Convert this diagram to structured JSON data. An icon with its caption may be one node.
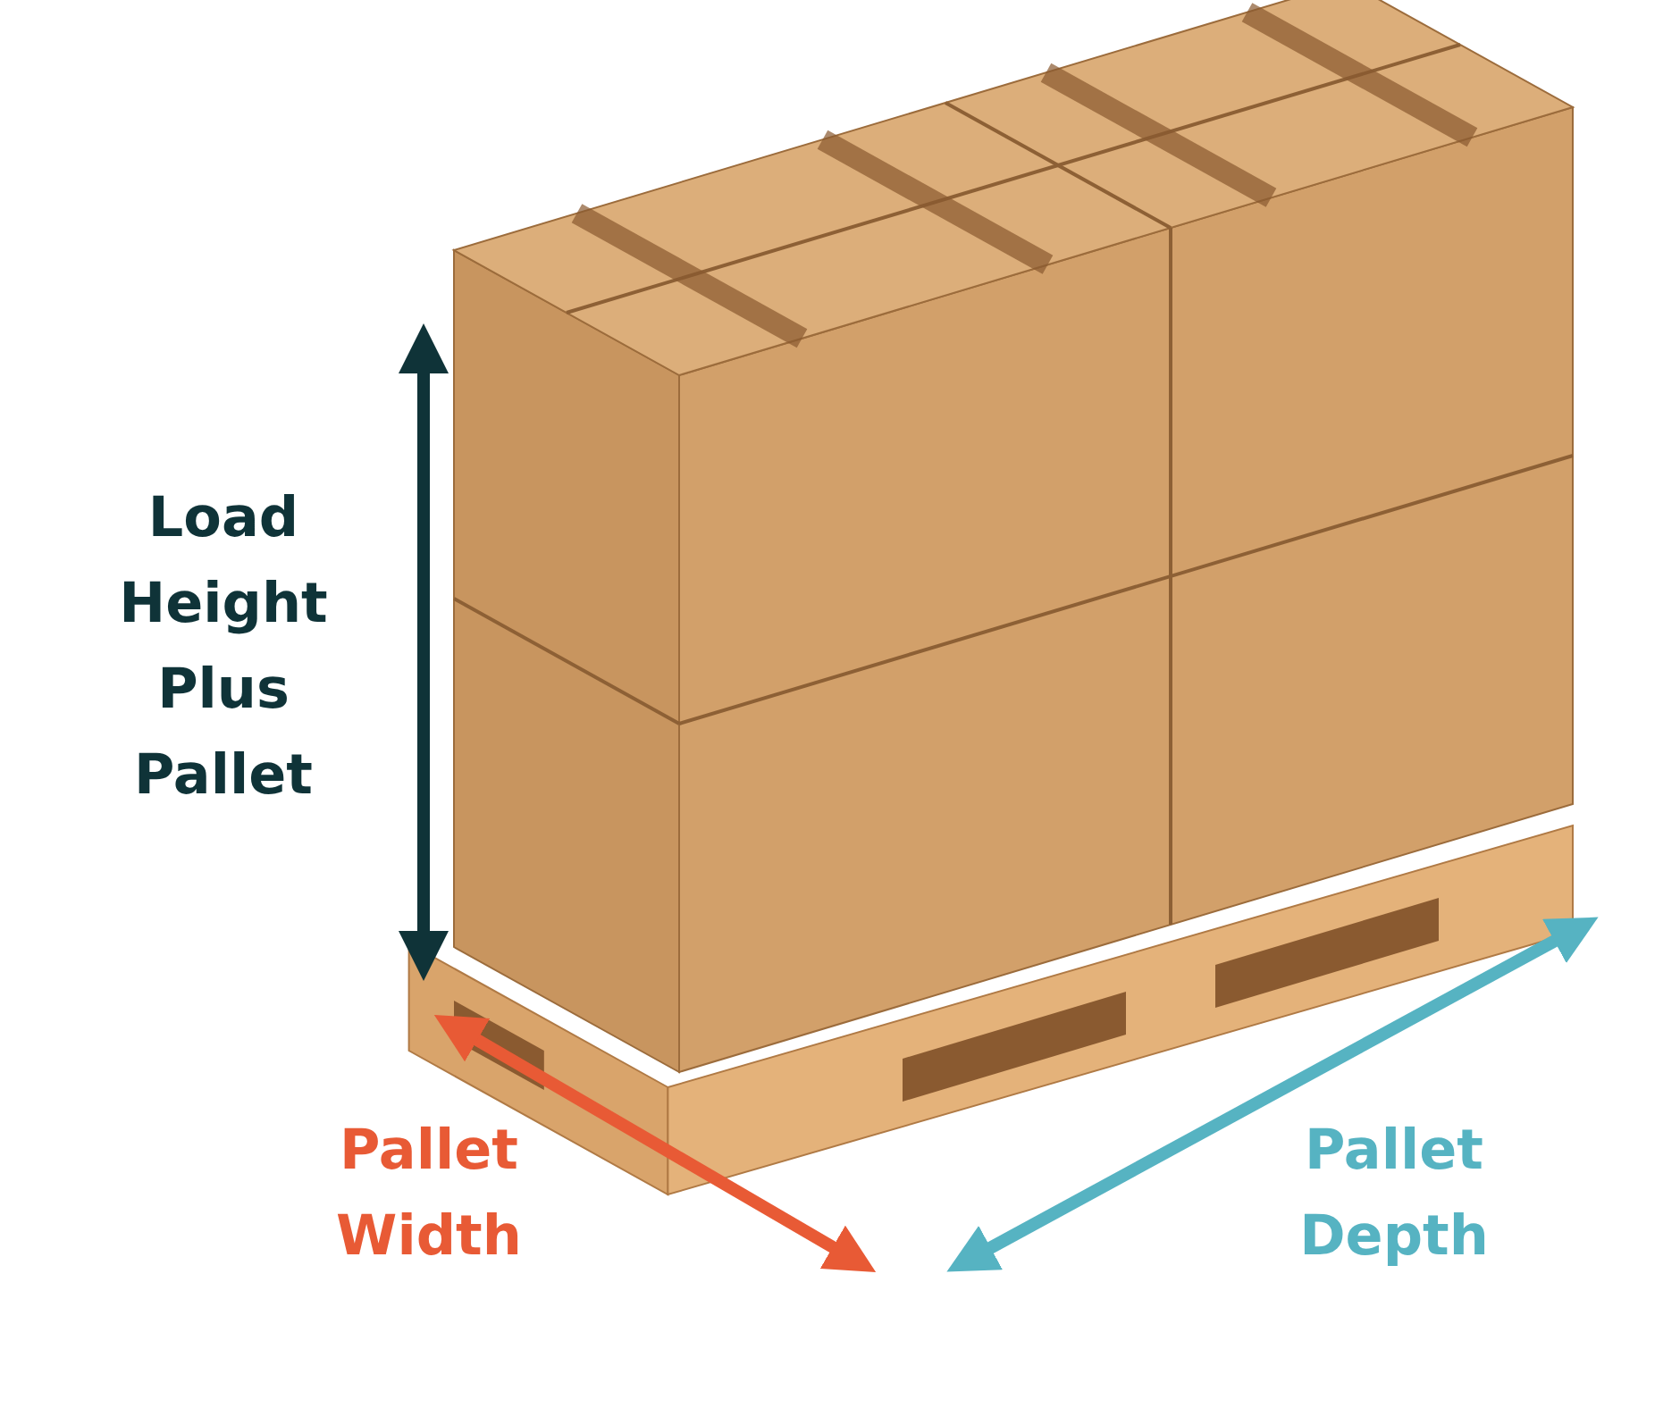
{
  "diagram": {
    "labels": [
      "Load Height Plus Pallet",
      "Pallet Width",
      "Pallet Depth"
    ]
  }
}
